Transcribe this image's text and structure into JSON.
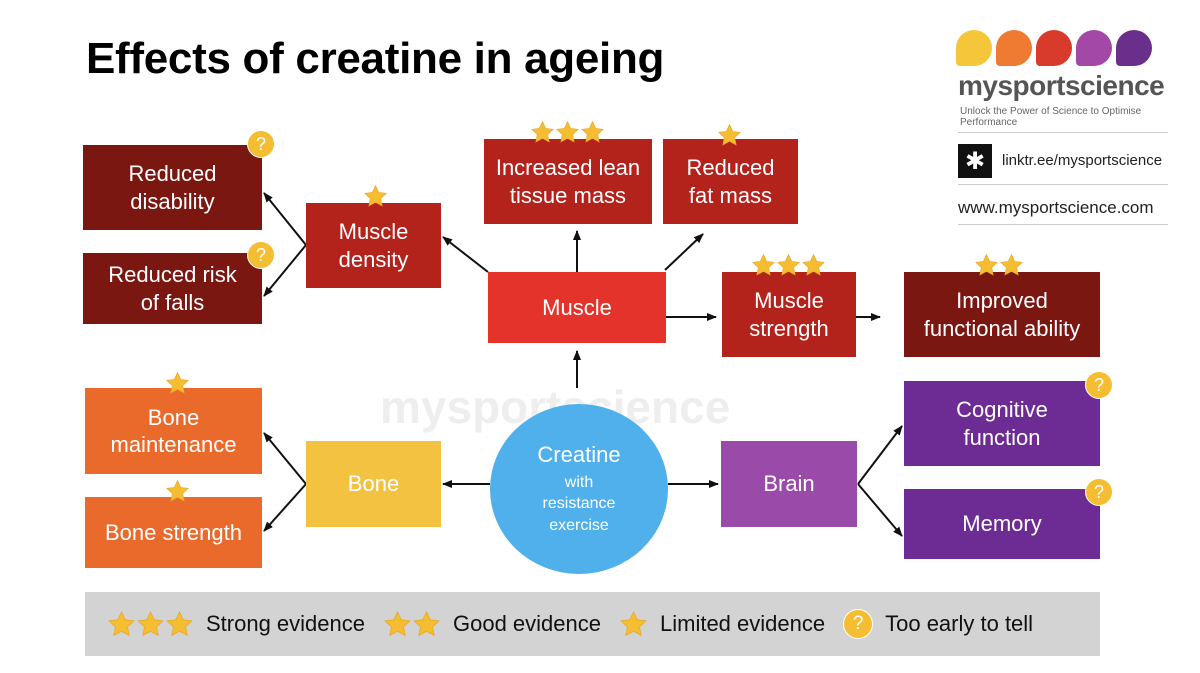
{
  "title": "Effects of creatine in ageing",
  "brand": {
    "name": "mysportscience",
    "tagline": "Unlock the Power of Science to Optimise Performance",
    "link": "linktr.ee/mysportscience",
    "website": "www.mysportscience.com",
    "link_icon": "asterisk-logo-icon",
    "dot_colors": [
      "#f5c63a",
      "#ee7b31",
      "#d83a2c",
      "#a448a8",
      "#6a2f8a"
    ]
  },
  "watermark": "mysportscience",
  "center": {
    "main": "Creatine",
    "sub": "with\nresistance\nexercise"
  },
  "nodes": {
    "muscle": "Muscle",
    "bone": "Bone",
    "brain": "Brain",
    "muscle_density": "Muscle\ndensity",
    "increased_lean": "Increased lean\ntissue mass",
    "reduced_fat": "Reduced\nfat mass",
    "muscle_strength": "Muscle\nstrength",
    "improved_functional": "Improved\nfunctional ability",
    "reduced_disability": "Reduced\ndisability",
    "reduced_falls": "Reduced risk\nof falls",
    "bone_maintenance": "Bone\nmaintenance",
    "bone_strength": "Bone strength",
    "cognitive_function": "Cognitive\nfunction",
    "memory": "Memory"
  },
  "evidence": {
    "muscle_density": 1,
    "increased_lean": 3,
    "reduced_fat": 1,
    "muscle_strength": 3,
    "improved_functional": 2,
    "bone_maintenance": 1,
    "bone_strength": 1,
    "reduced_disability": "?",
    "reduced_falls": "?",
    "cognitive_function": "?",
    "memory": "?"
  },
  "legend": {
    "strong": "Strong evidence",
    "good": "Good evidence",
    "limited": "Limited evidence",
    "too_early": "Too early to tell",
    "question_mark": "?"
  },
  "colors": {
    "maroon": "#7a1711",
    "crimson": "#b3221b",
    "red": "#e3332a",
    "orange": "#ea6a2c",
    "yellow": "#f2c240",
    "purple_light": "#9a4aa8",
    "purple_dark": "#6c2c93",
    "blue": "#4fb0eb",
    "star": "#f5bd32",
    "legend_bg": "#d3d3d3"
  }
}
